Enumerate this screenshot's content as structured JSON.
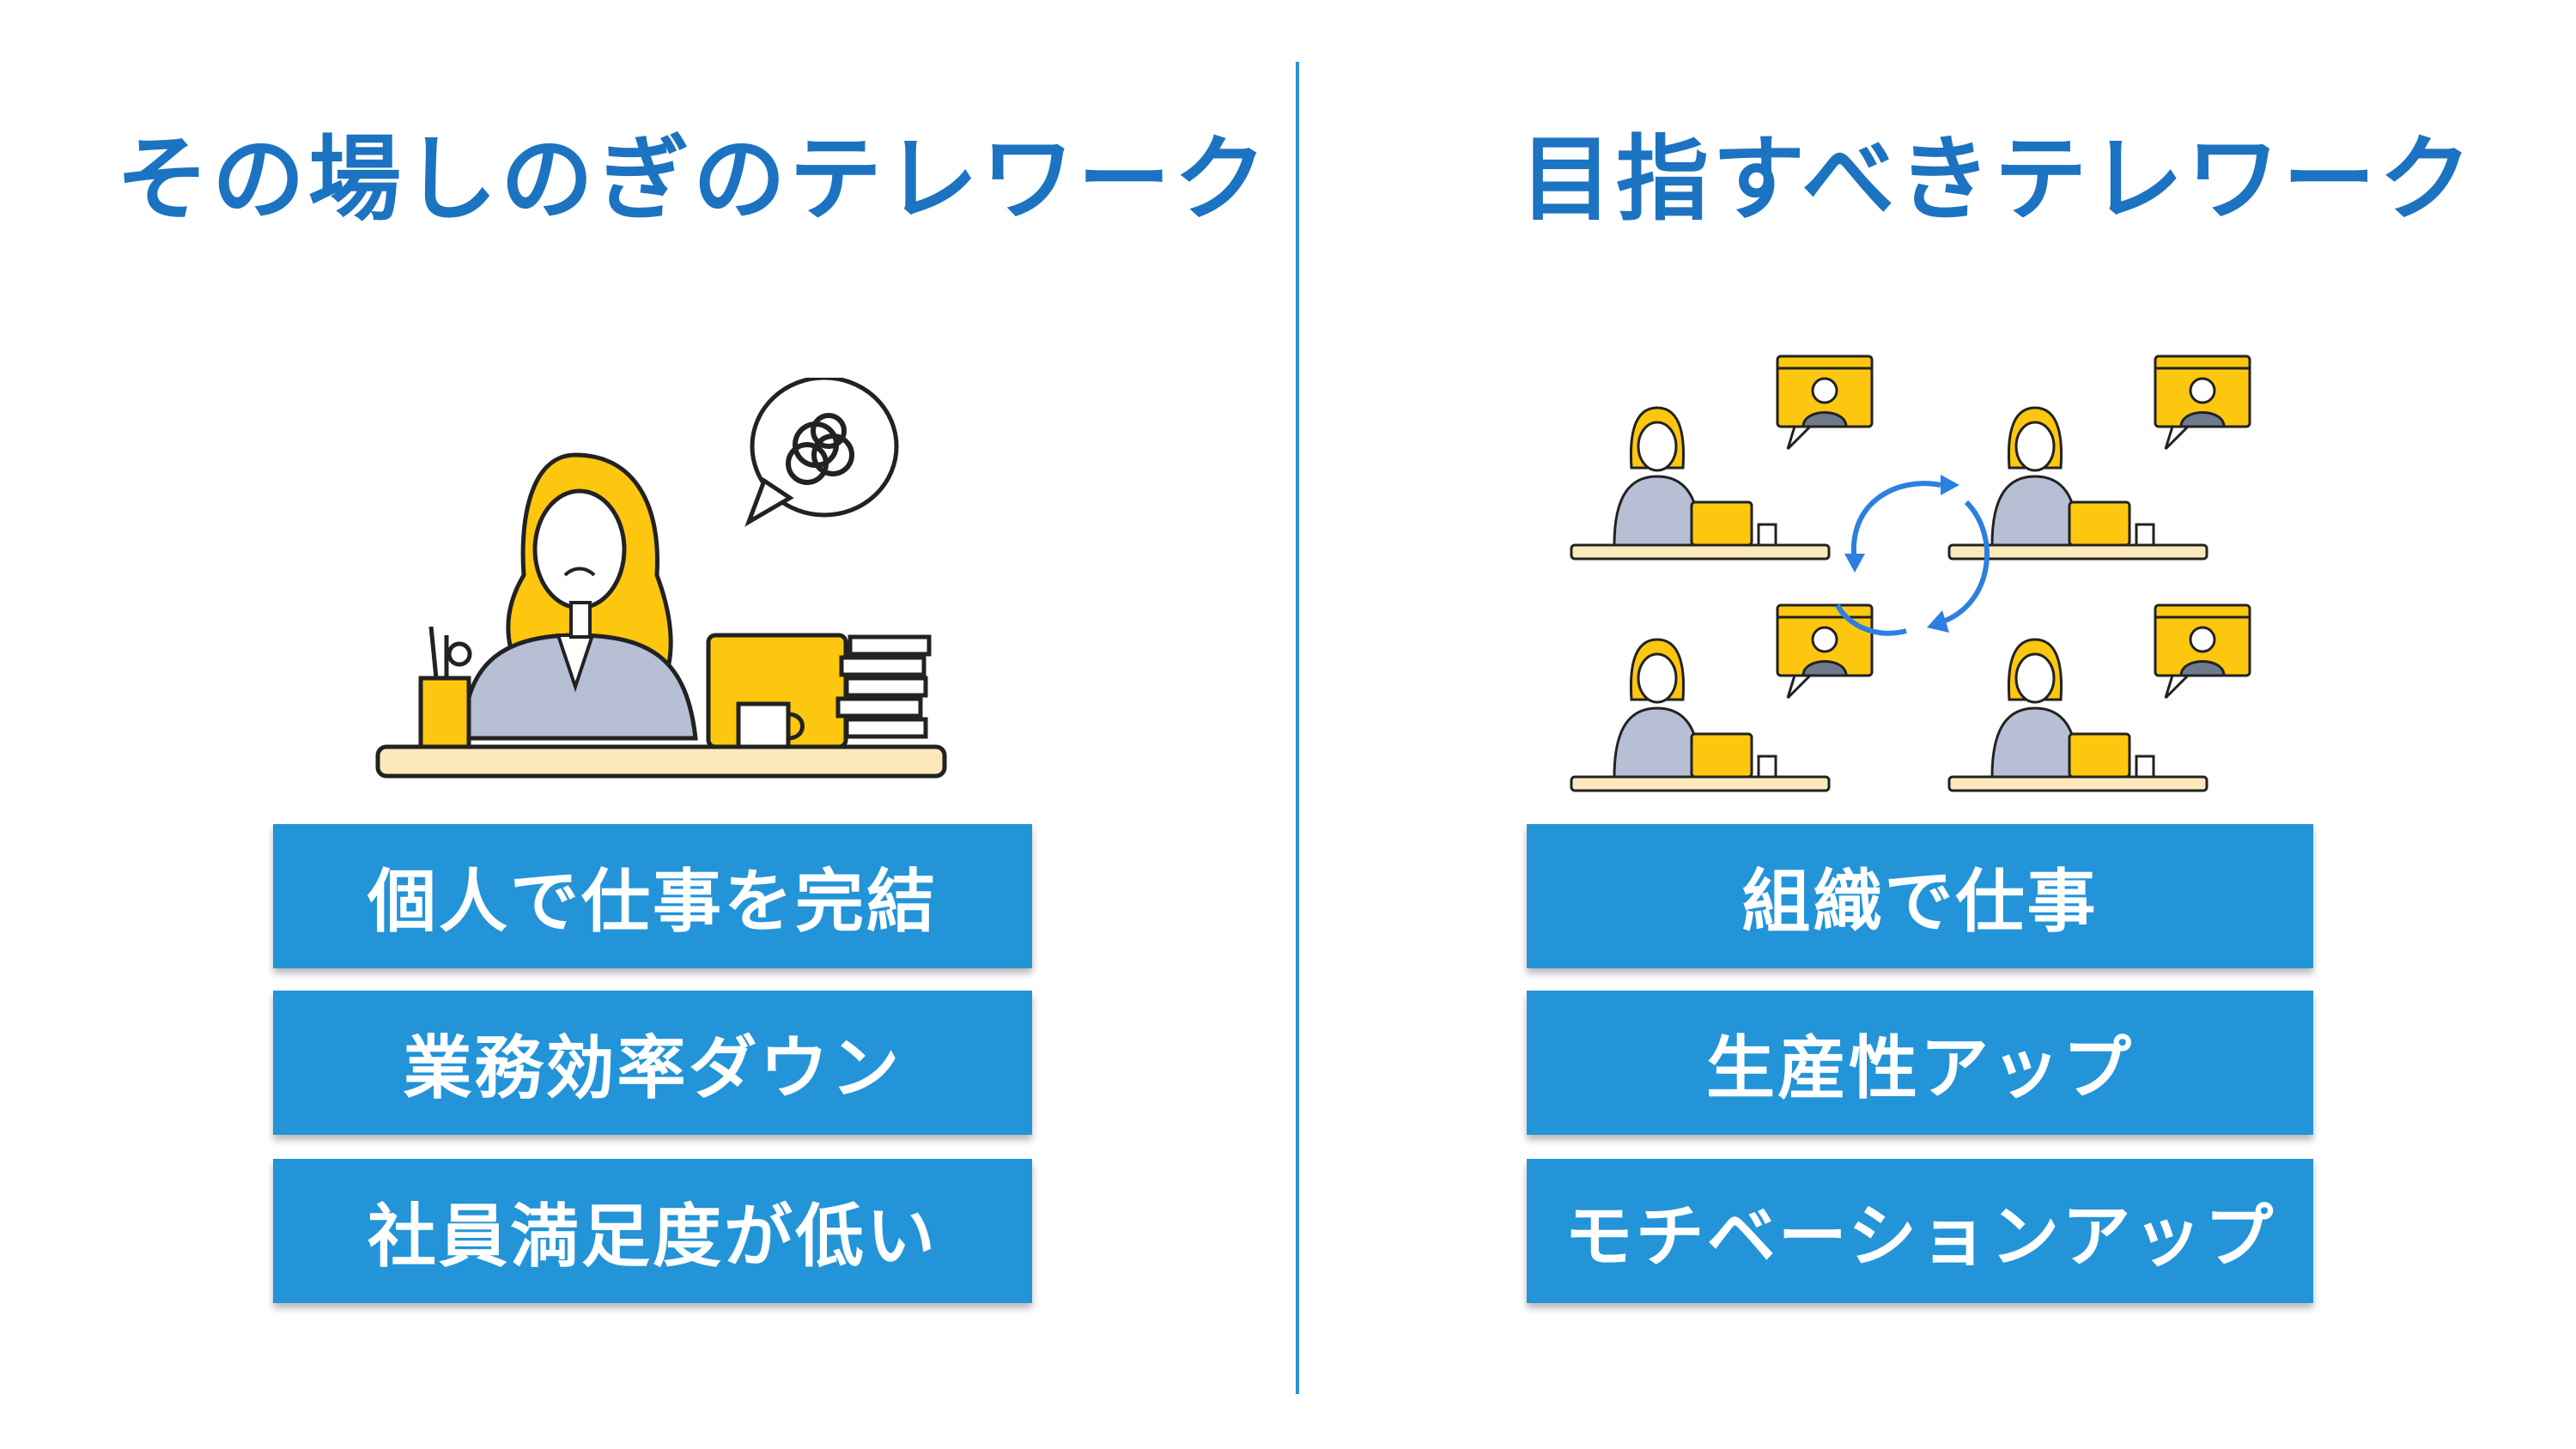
{
  "left": {
    "title": "その場しのぎのテレワーク",
    "points": [
      "個人で仕事を完結",
      "業務効率ダウン",
      "社員満足度が低い"
    ]
  },
  "right": {
    "title": "目指すべきテレワーク",
    "points": [
      "組織で仕事",
      "生産性アップ",
      "モチベーションアップ"
    ]
  },
  "colors": {
    "heading": "#1c73c1",
    "box": "#2394d8",
    "divider": "#2f8fd1",
    "accent_yellow": "#fdc70f",
    "suit_gray": "#b6bfd4"
  },
  "icons": {
    "left_illustration": "stressed-woman-at-desk",
    "right_illustration": "team-video-conference-cycle"
  }
}
